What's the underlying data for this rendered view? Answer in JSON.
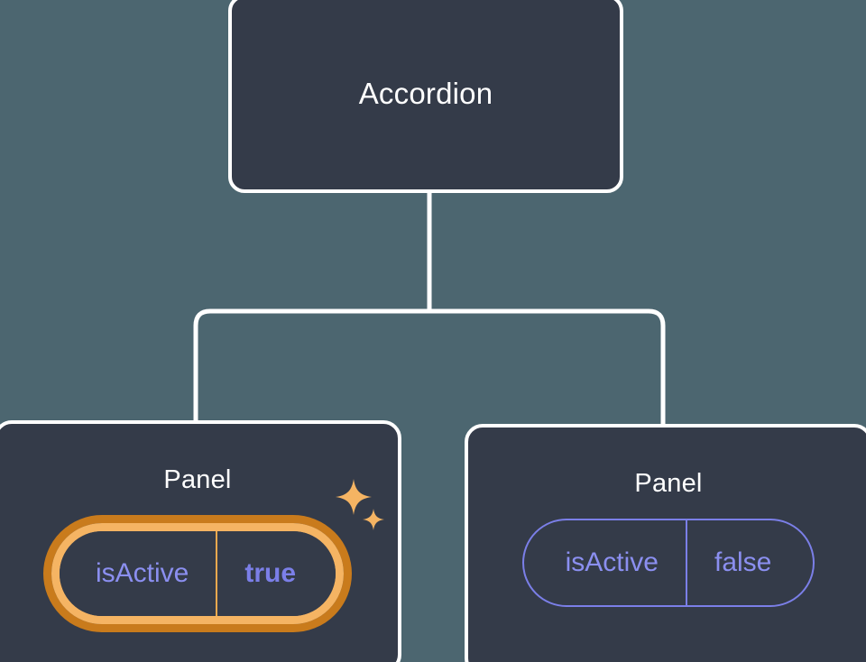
{
  "theme": {
    "background": "#4c6670",
    "card_fill": "#343b49",
    "card_stroke": "#ffffff",
    "connector_stroke": "#ffffff",
    "prop_key_color": "#8b8ff0",
    "prop_value_color": "#7b7fe8",
    "highlight_outer": "#c97b1c",
    "highlight_inner": "#f5b463",
    "sparkle_color": "#f5b463"
  },
  "tree": {
    "root": {
      "title": "Accordion"
    },
    "children": [
      {
        "title": "Panel",
        "highlighted": true,
        "prop": {
          "key": "isActive",
          "value": "true"
        },
        "sparkle_big": "sparkle-icon",
        "sparkle_small": "sparkle-icon"
      },
      {
        "title": "Panel",
        "highlighted": false,
        "prop": {
          "key": "isActive",
          "value": "false"
        }
      }
    ]
  }
}
